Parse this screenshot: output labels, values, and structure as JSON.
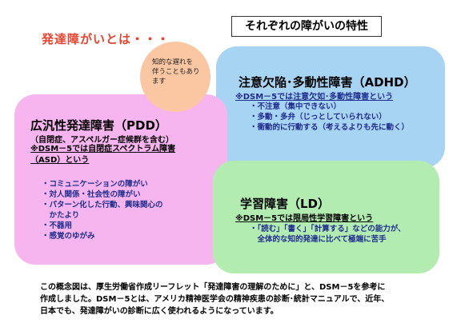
{
  "title": "発達障がいとは・・・",
  "header_box": "それぞれの障がいの特性",
  "overlap_note": [
    "知的な遅れを",
    "伴うこともあり",
    "ます"
  ],
  "adhd": {
    "heading": "注意欠陥･多動性障害（ADHD）",
    "dsm_note": "※DSM－5では注意欠如･多動性障害という",
    "items": [
      "・不注意（集中できない）",
      "・多動・多弁（じっとしていられない）",
      "・衝動的に行動する（考えるよりも先に動く）"
    ]
  },
  "pdd": {
    "heading": "広汎性発達障害（PDD）",
    "sub": "（自閉症、アスペルガー症候群を含む）",
    "dsm_note": [
      "※DSM－5では自閉症スペクトラム障害",
      "（ASD）という"
    ],
    "items": [
      "・コミュニケーションの障がい",
      "・対人関係・社会性の障がい",
      "・パターン化した行動、興味関心の",
      "　かたより",
      "・不器用",
      "・感覚のゆがみ"
    ]
  },
  "ld": {
    "heading": "学習障害（LD）",
    "dsm_note": "※DSM－5では限局性学習障害という",
    "items": [
      "・「読む」「書く」「計算する」などの能力が、",
      "　全体的な知的発達に比べて極端に苦手"
    ]
  },
  "footer": [
    "この概念図は、厚生労働省作成リーフレット「発達障害の理解のために」と、DSM－5を参考に",
    "作成しました。DSM－5とは、アメリカ精神医学会の精神疾患の診断･統計マニュアルで、近年、",
    "日本でも、発達障がいの診断に広く使われるようになっています。"
  ]
}
